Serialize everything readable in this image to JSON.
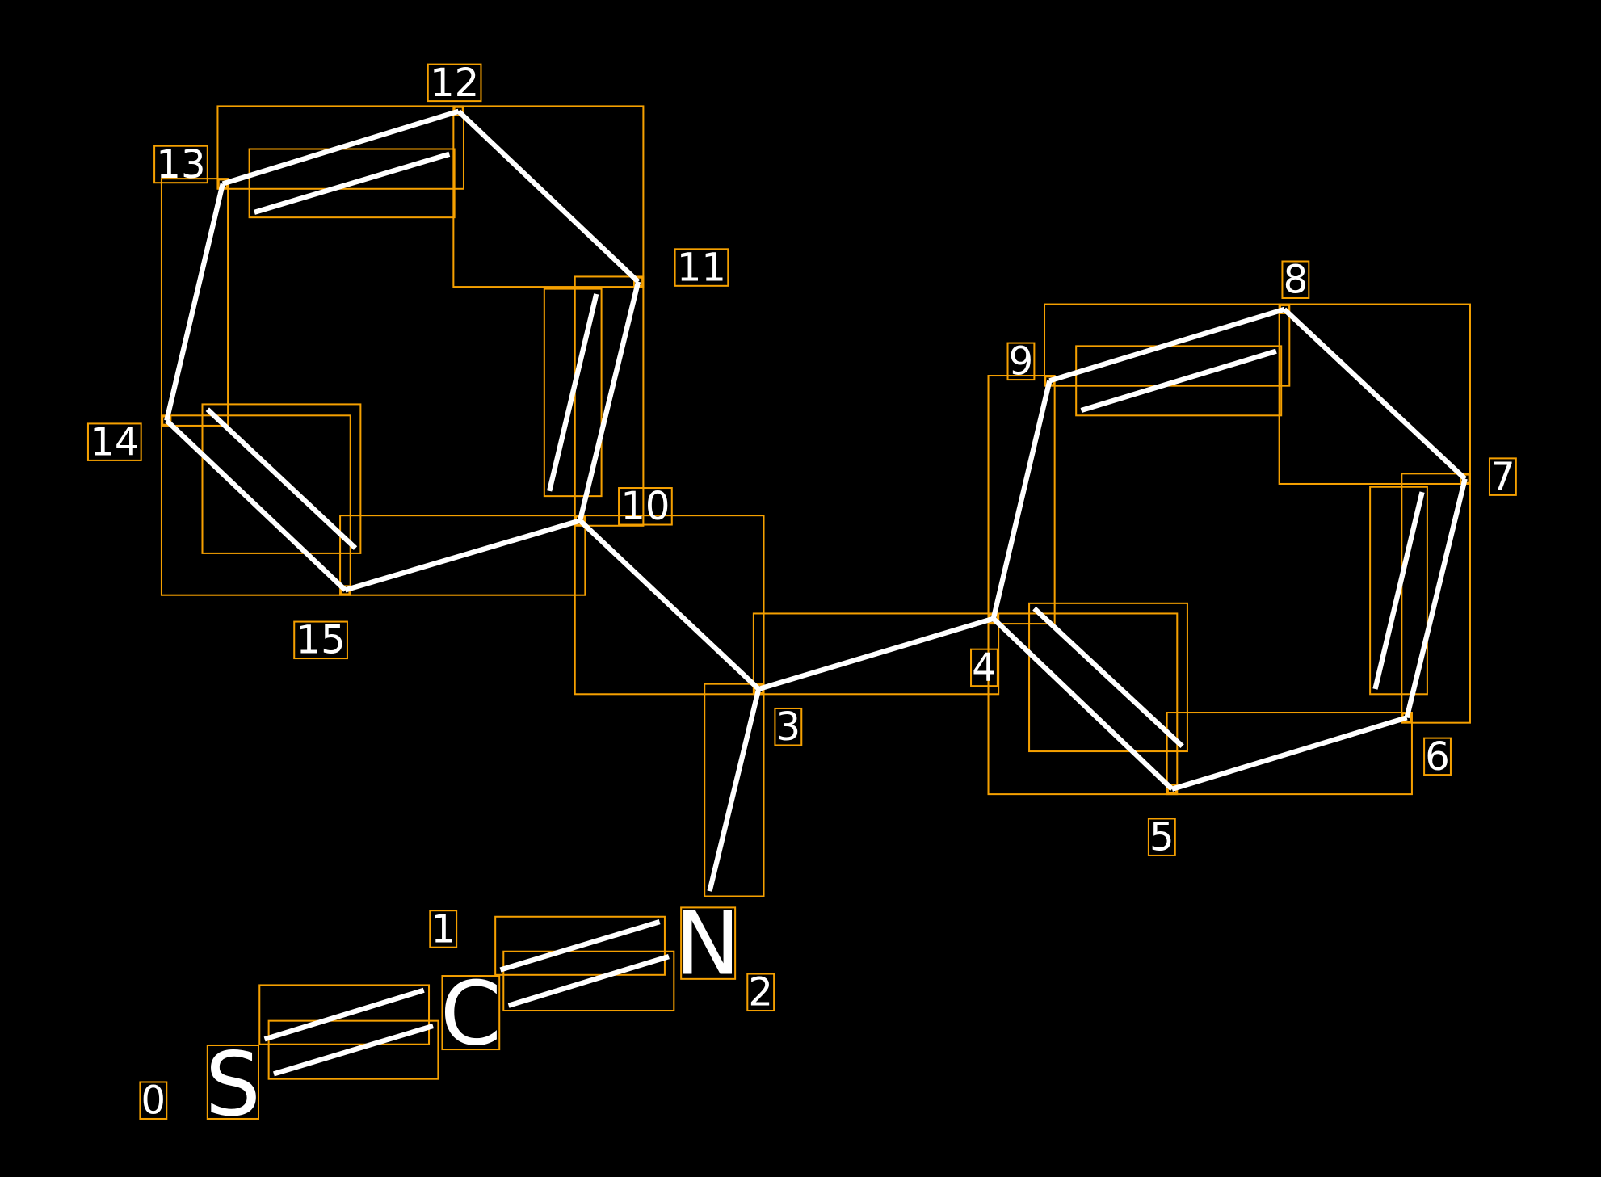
{
  "diagram": {
    "type": "molecule",
    "elements": [
      {
        "id": "S",
        "label": "S"
      },
      {
        "id": "C",
        "label": "C"
      },
      {
        "id": "N",
        "label": "N"
      }
    ],
    "atom_indices": [
      "0",
      "1",
      "2",
      "3",
      "4",
      "5",
      "6",
      "7",
      "8",
      "9",
      "10",
      "11",
      "12",
      "13",
      "14",
      "15"
    ],
    "colors": {
      "background": "#000000",
      "bond": "#ffffff",
      "box": "#f5a000"
    }
  }
}
